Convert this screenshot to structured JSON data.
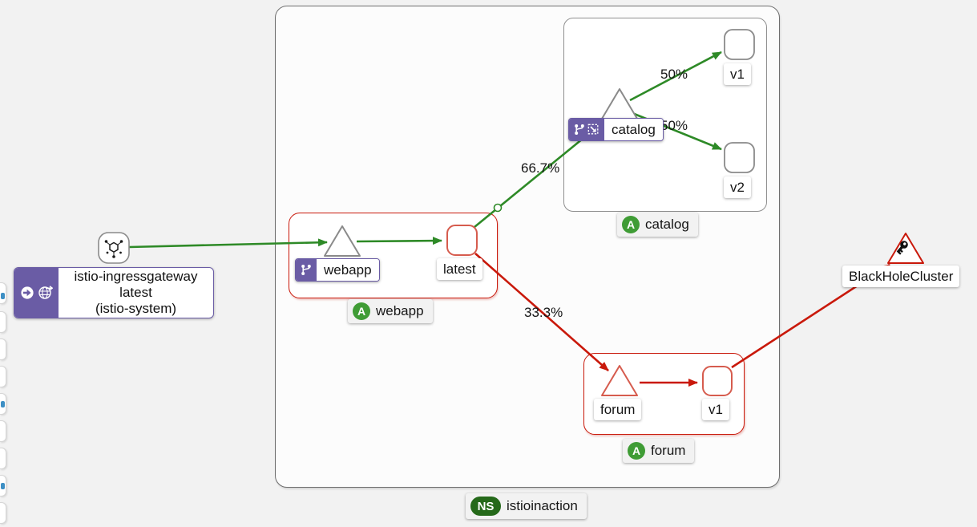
{
  "colors": {
    "green": "#2e8a27",
    "red": "#c9190b",
    "red_node": "#d65c4e",
    "gray_node": "#8a8a8a",
    "purple": "#6a5ca5",
    "badge_green": "#3f9c35",
    "ns_green": "#25691a"
  },
  "namespace": {
    "badge": "NS",
    "name": "istioinaction"
  },
  "app_groups": {
    "webapp": {
      "badge": "A",
      "name": "webapp"
    },
    "catalog": {
      "badge": "A",
      "name": "catalog"
    },
    "forum": {
      "badge": "A",
      "name": "forum"
    }
  },
  "nodes": {
    "gateway_box": {
      "line1": "istio-ingressgateway",
      "line2": "latest",
      "line3": "(istio-system)"
    },
    "webapp": {
      "label": "webapp"
    },
    "latest": {
      "label": "latest"
    },
    "catalog": {
      "label": "catalog"
    },
    "catalog_v1": {
      "label": "v1"
    },
    "catalog_v2": {
      "label": "v2"
    },
    "forum": {
      "label": "forum"
    },
    "forum_v1": {
      "label": "v1"
    },
    "blackhole": {
      "label": "BlackHoleCluster"
    }
  },
  "edge_labels": {
    "webapp_to_catalog": "66.7%",
    "webapp_to_forum": "33.3%",
    "catalog_to_v1": "50%",
    "catalog_to_v2": "50%"
  },
  "icons": {
    "gateway_node": "mesh-node-icon",
    "gateway_badge_1": "root-arrow-icon",
    "gateway_badge_2": "gateway-globe-icon",
    "webapp_badge": "virtual-service-icon",
    "catalog_badge_1": "virtual-service-icon",
    "catalog_badge_2": "mirroring-icon",
    "blackhole": "key-icon",
    "app_badge": "application-badge",
    "namespace_badge": "namespace-badge"
  }
}
